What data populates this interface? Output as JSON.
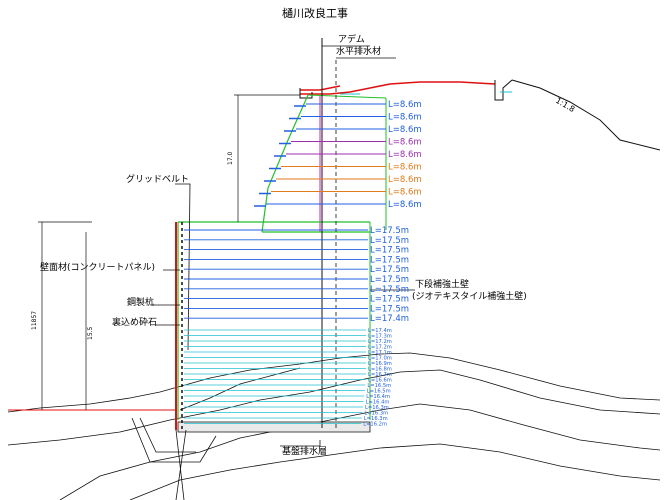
{
  "title": "樋川改良工事",
  "callouts": {
    "adem": "アデム",
    "drain": "水平排水材",
    "grid_belt": "グリッドベルト",
    "wall_face": "壁面材(コンクリートパネル)",
    "steel_pile": "鋼製杭",
    "backfill": "裏込め砕石",
    "lower_wall_1": "下段補強土壁",
    "lower_wall_2": "(ジオテキスタイル補強土壁)",
    "base_drain": "基盤排水層",
    "slope": "1:1.8"
  },
  "upper_layers": [
    {
      "label": "L=8.6m",
      "color": "#1f5fe0"
    },
    {
      "label": "L=8.6m",
      "color": "#1f5fe0"
    },
    {
      "label": "L=8.6m",
      "color": "#1f5fe0"
    },
    {
      "label": "L=8.6m",
      "color": "#9b2fb0"
    },
    {
      "label": "L=8.6m",
      "color": "#9b2fb0"
    },
    {
      "label": "L=8.6m",
      "color": "#e07a1a"
    },
    {
      "label": "L=8.6m",
      "color": "#e07a1a"
    },
    {
      "label": "L=8.6m",
      "color": "#e07a1a"
    },
    {
      "label": "L=8.6m",
      "color": "#1f5fe0"
    }
  ],
  "lower_layers": [
    {
      "label": "L=17.5m",
      "color": "#1f5fe0"
    },
    {
      "label": "L=17.5m",
      "color": "#1f5fe0"
    },
    {
      "label": "L=17.5m",
      "color": "#1f5fe0"
    },
    {
      "label": "L=17.5m",
      "color": "#1f5fe0"
    },
    {
      "label": "L=17.5m",
      "color": "#1f5fe0"
    },
    {
      "label": "L=17.5m",
      "color": "#1f5fe0"
    },
    {
      "label": "L=17.5m",
      "color": "#1f5fe0"
    },
    {
      "label": "L=17.5m",
      "color": "#1f5fe0"
    },
    {
      "label": "L=17.5m",
      "color": "#1f5fe0"
    },
    {
      "label": "L=17.4m",
      "color": "#1f5fe0"
    }
  ],
  "small_layers": [
    {
      "label": "L=17.4m"
    },
    {
      "label": "L=17.3m"
    },
    {
      "label": "L=17.2m"
    },
    {
      "label": "L=17.2m"
    },
    {
      "label": "L=17.1m"
    },
    {
      "label": "L=17.0m"
    },
    {
      "label": "L=16.9m"
    },
    {
      "label": "L=16.8m"
    },
    {
      "label": "L=16.7m"
    },
    {
      "label": "L=16.6m"
    },
    {
      "label": "L=16.5m"
    },
    {
      "label": "L=16.5m"
    },
    {
      "label": "L=16.4m"
    },
    {
      "label": "L=16.4m"
    },
    {
      "label": "L=16.3m"
    },
    {
      "label": "L=16.3m"
    },
    {
      "label": "L=16.3m"
    },
    {
      "label": "L=16.2m"
    }
  ],
  "dims": {
    "upper_height": "17.0",
    "total_height": "11857",
    "lower_height": "15.5"
  },
  "colors": {
    "green": "#22c02a",
    "cyan": "#20c0d0",
    "red": "#e01010",
    "magenta": "#d020c0",
    "blue": "#1f5fe0",
    "black": "#111111"
  }
}
